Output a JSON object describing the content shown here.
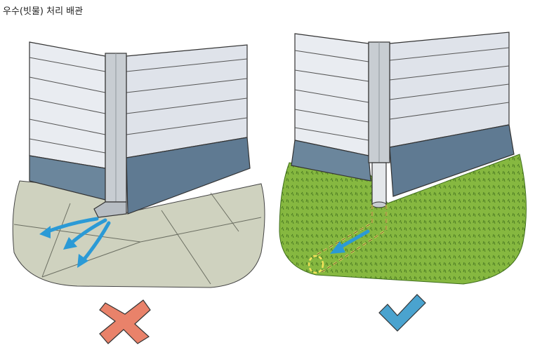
{
  "title": "우수(빗물) 처리 배관",
  "panels": [
    {
      "id": "left",
      "verdict": "wrong",
      "icon": "cross-mark-icon"
    },
    {
      "id": "right",
      "verdict": "correct",
      "icon": "check-mark-icon"
    }
  ],
  "colors": {
    "wall": "#e9ecf1",
    "foundation": "#5f7a92",
    "pavement": "#cfd2bf",
    "grass": "#86b840",
    "water_arrow": "#2b9ad6",
    "pipe": "#c8cdd2",
    "wrong_mark": "#e9826a",
    "correct_mark": "#4aa3cf"
  }
}
